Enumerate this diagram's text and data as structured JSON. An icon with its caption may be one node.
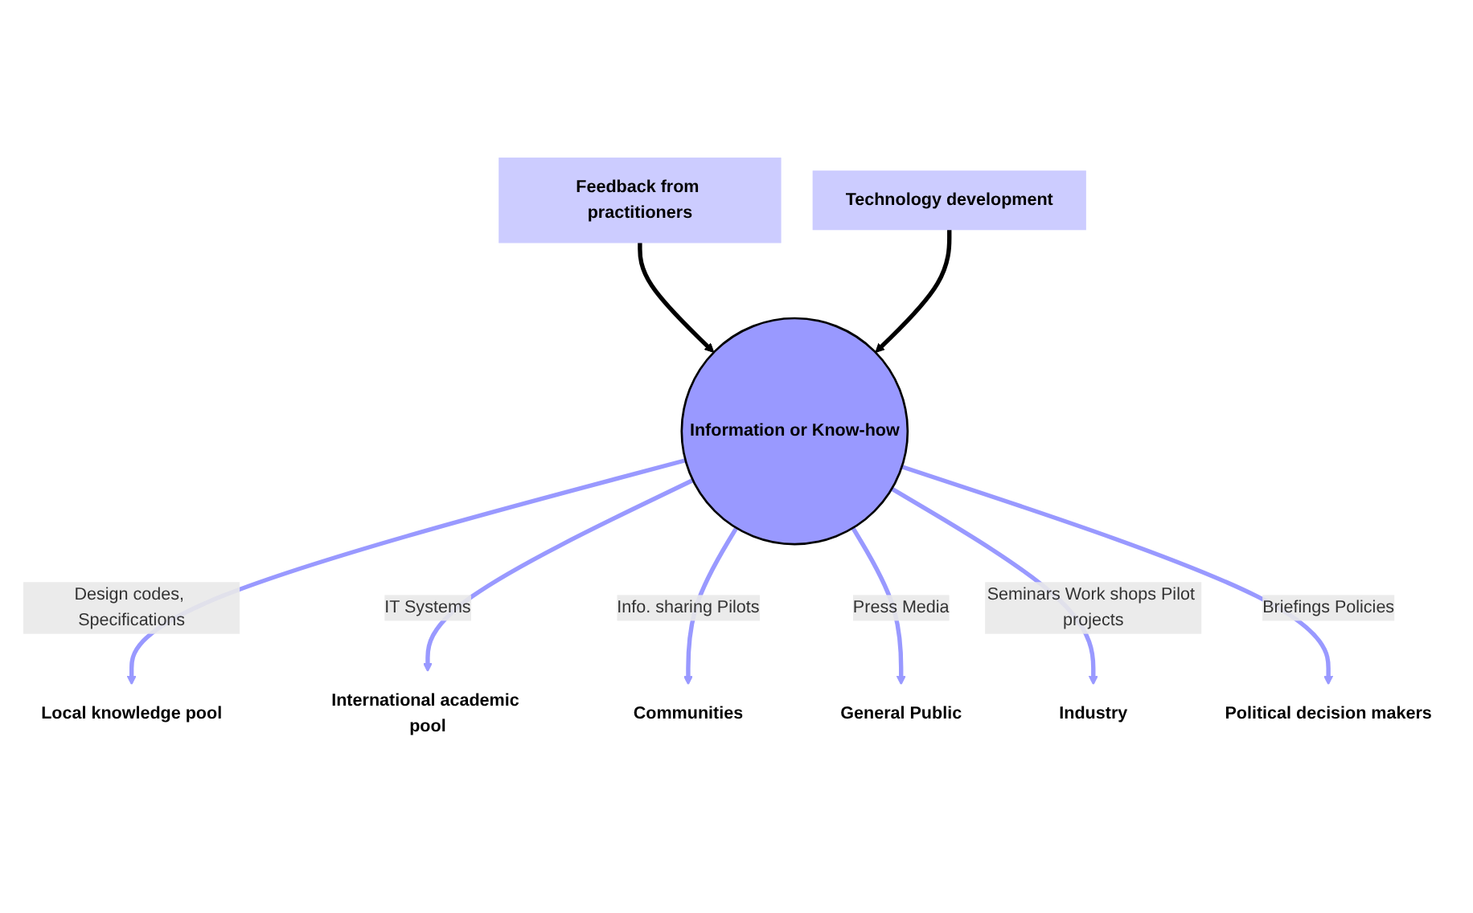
{
  "diagram": {
    "nodes": [
      {
        "text": [
          "Feedback from practitioners"
        ]
      },
      {
        "text": [
          "Technology development"
        ]
      },
      {
        "text": [
          "Local knowledge pool"
        ]
      },
      {
        "text": [
          "Information or Know-how"
        ]
      },
      {
        "text": [
          "International academic pool"
        ]
      },
      {
        "text": [
          "Communities"
        ]
      },
      {
        "text": [
          "General Public"
        ]
      },
      {
        "text": [
          "Industry"
        ]
      },
      {
        "text": [
          "Political decision makers"
        ]
      }
    ],
    "edges": [
      {
        "from": 0,
        "to": 3,
        "arrow": "to",
        "color": "#000000"
      },
      {
        "from": 1,
        "to": 3,
        "arrow": "to",
        "color": "#000000"
      },
      {
        "from": 3,
        "to": 2,
        "arrow": "to",
        "label": "Design codes, Specifications"
      },
      {
        "from": 3,
        "to": 4,
        "arrow": "to",
        "label": "IT Systems"
      },
      {
        "from": 3,
        "to": 5,
        "arrow": "to",
        "label": "Info. sharing Pilots"
      },
      {
        "from": 3,
        "to": 6,
        "arrow": "to",
        "label": "Press Media"
      },
      {
        "from": 3,
        "to": 7,
        "arrow": "to",
        "label": "Seminars Work shops Pilot projects"
      },
      {
        "from": 3,
        "to": 8,
        "arrow": "to",
        "label": "Briefings Policies"
      }
    ]
  }
}
